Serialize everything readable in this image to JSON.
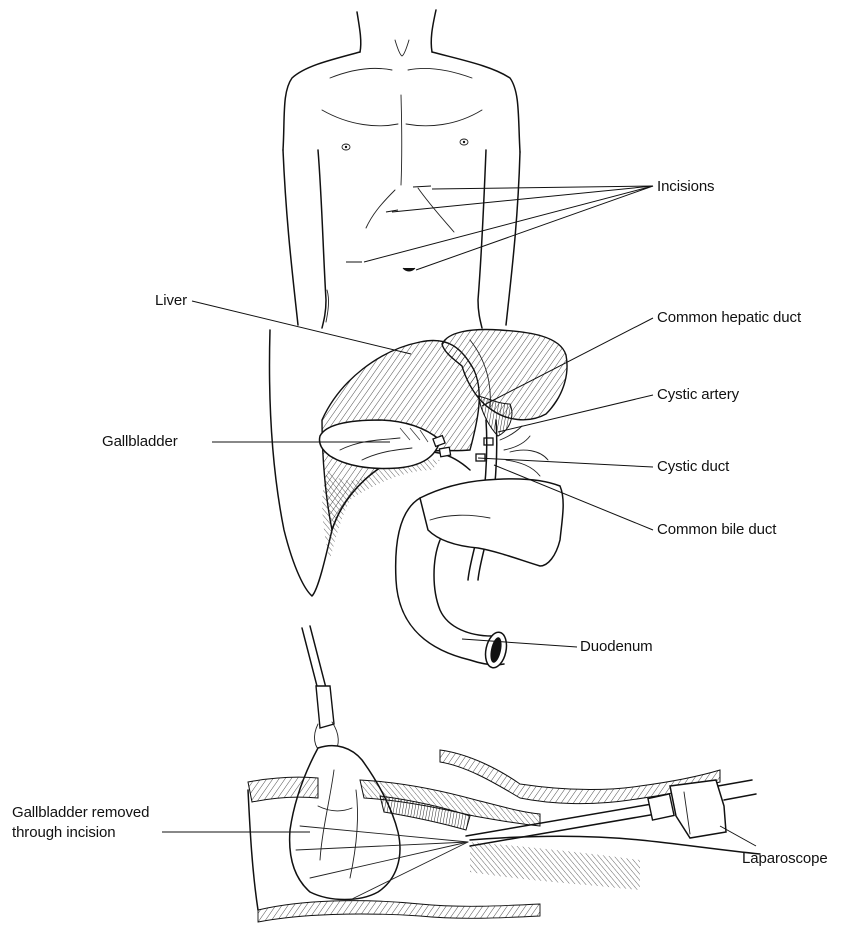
{
  "labels": {
    "incisions": "Incisions",
    "liver": "Liver",
    "common_hepatic_duct": "Common hepatic duct",
    "cystic_artery": "Cystic artery",
    "gallbladder": "Gallbladder",
    "cystic_duct": "Cystic duct",
    "common_bile_duct": "Common bile duct",
    "duodenum": "Duodenum",
    "gallbladder_removed": "Gallbladder removed through incision",
    "laparoscope": "Laparoscope"
  }
}
